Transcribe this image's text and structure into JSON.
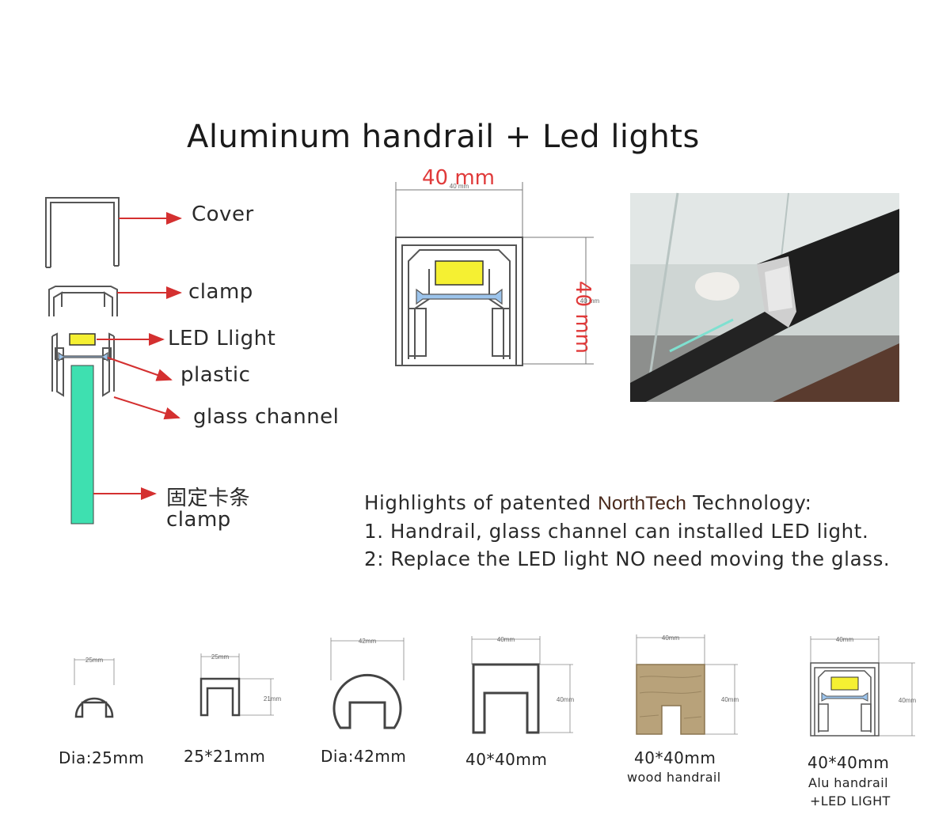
{
  "title": "Aluminum handrail + Led lights",
  "exploded": {
    "labels": [
      "Cover",
      "clamp",
      "LED Llight",
      "plastic",
      "glass channel"
    ],
    "bottom_label_cn": "固定卡条",
    "bottom_label_en": "clamp"
  },
  "drawing": {
    "width_label": "40 mm",
    "height_label": "40 mm",
    "small_width": "40 mm",
    "small_height": "40 mm"
  },
  "highlights": {
    "prefix": "Highlights of patented ",
    "brand": "NorthTech",
    "suffix": " Technology:",
    "line1": "1. Handrail, glass channel can installed LED light.",
    "line2": "2: Replace the LED light NO need moving the glass."
  },
  "profiles": [
    {
      "dim": "25mm",
      "caption": "Dia:25mm"
    },
    {
      "dim": "25mm",
      "dim2": "21mm",
      "caption": "25*21mm"
    },
    {
      "dim": "42mm",
      "caption": "Dia:42mm"
    },
    {
      "dim": "40mm",
      "dim2": "40mm",
      "caption": "40*40mm"
    },
    {
      "dim": "40mm",
      "dim2": "40mm",
      "caption": "40*40mm",
      "sub": "wood handrail"
    },
    {
      "dim": "40mm",
      "dim2": "40mm",
      "caption": "40*40mm",
      "sub1": "Alu handrail",
      "sub2": "+LED LIGHT"
    }
  ],
  "colors": {
    "arrow": "#d43030",
    "led": "#f5f032",
    "glass": "#3ee0b0",
    "plastic": "#9cc4ec",
    "red_label": "#e03a3a"
  }
}
